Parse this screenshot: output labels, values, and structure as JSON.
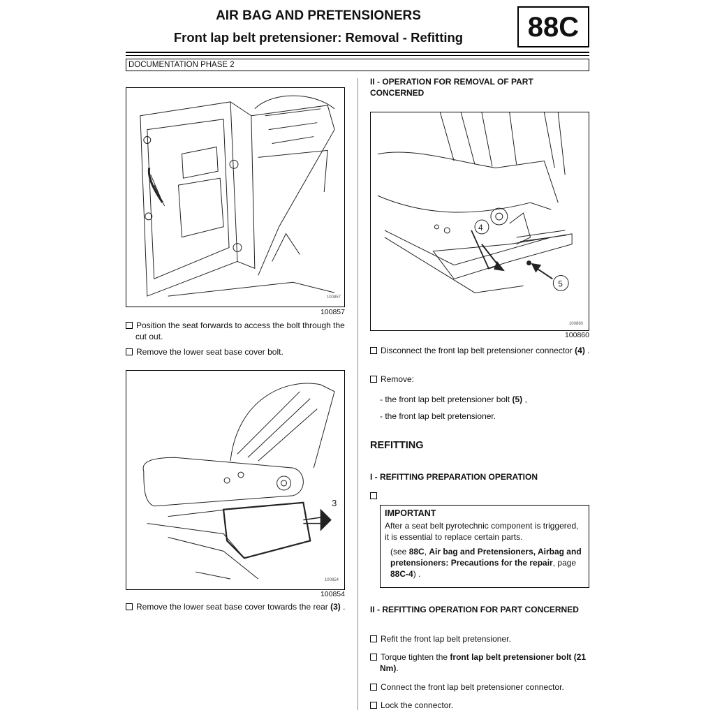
{
  "header": {
    "title": "AIR BAG AND PRETENSIONERS",
    "subtitle": "Front lap belt pretensioner: Removal - Refitting",
    "section_code": "88C",
    "phase": "DOCUMENTATION PHASE 2"
  },
  "left": {
    "fig1": {
      "small_id": "100857",
      "caption": "100857"
    },
    "step1": "Position the seat forwards to access the bolt through the cut out.",
    "step2": "Remove the lower seat base cover bolt.",
    "fig2": {
      "small_id": "100854",
      "caption": "100854",
      "callout_3": "3"
    },
    "step3_a": "Remove the lower seat base cover towards the rear ",
    "step3_b": "(3)",
    "step3_c": " ."
  },
  "right": {
    "heading_removal": "II - OPERATION FOR REMOVAL OF PART CONCERNED",
    "fig3": {
      "small_id": "100860",
      "caption": "100860",
      "callout_4": "4",
      "callout_5": "5"
    },
    "disconnect_a": "Disconnect the front lap belt pretensioner connector ",
    "disconnect_b": "(4)",
    "disconnect_c": " .",
    "remove_label": "Remove:",
    "remove_item1_a": "- the front lap belt pretensioner bolt ",
    "remove_item1_b": "(5)",
    "remove_item1_c": " ,",
    "remove_item2": "- the front lap belt pretensioner.",
    "refitting_title": "REFITTING",
    "heading_prep": "I - REFITTING PREPARATION OPERATION",
    "important": {
      "title": "IMPORTANT",
      "line1": "After a seat belt pyrotechnic component is triggered, it is essential to replace certain parts.",
      "ref_a": "(see ",
      "ref_b": "88C",
      "ref_c": ", ",
      "ref_d": "Air bag and Pretensioners, Airbag and pretensioners: Precautions for the repair",
      "ref_e": ", page ",
      "ref_f": "88C-4",
      "ref_g": ") ."
    },
    "heading_refit": "II - REFITTING OPERATION FOR PART CONCERNED",
    "refit1": "Refit the front lap belt pretensioner.",
    "torque_a": "Torque tighten the ",
    "torque_b": "front lap belt pretensioner bolt (21 Nm)",
    "torque_c": ".",
    "refit3": "Connect the front lap belt pretensioner connector.",
    "refit4": "Lock the connector."
  }
}
